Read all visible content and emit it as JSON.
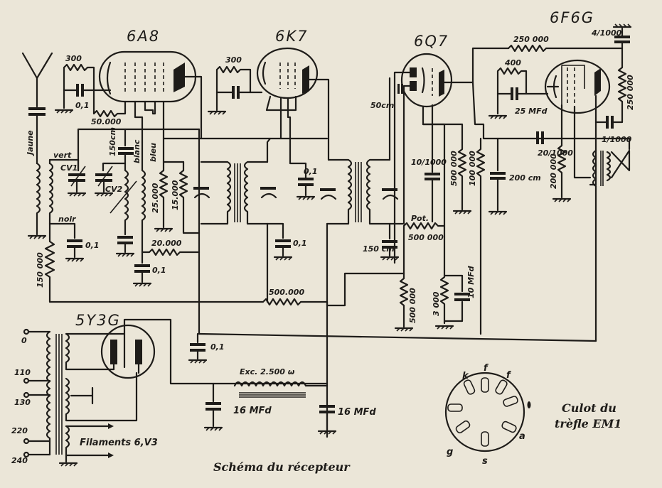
{
  "title": "Schéma du récepteur",
  "tubes": {
    "converter": "6A8",
    "if_amp": "6K7",
    "detector": "6Q7",
    "output": "6F6G",
    "rectifier": "5Y3G"
  },
  "wire_labels": {
    "antenna_lead": "Jaune",
    "vert": "vert",
    "noir": "noir",
    "blanc": "blanc",
    "bleu": "bleu",
    "cv1": "CV1",
    "cv2": "CV2",
    "pot": "Pot.",
    "filaments": "Filaments 6,V3",
    "exc": "Exc. 2.500 ω"
  },
  "components": {
    "r_6a8_cathode": "300",
    "c_6a8_cathode": "0,1",
    "r_grid_leak": "50.000",
    "c_150cm": "150cm",
    "r_6k7_cathode": "300",
    "r_25000": "25.000",
    "r_15000": "15.000",
    "r_20000": "20.000",
    "c_01_a": "0,1",
    "c_01_b": "0,1",
    "c_01_c": "0,1",
    "c_01_d": "0,1",
    "c_01_e": "0,1",
    "r_150000": "150 000",
    "r_500000_avc": "500.000",
    "c_50cm": "50cm",
    "c_10_1000": "10/1000",
    "pot_value": "500 000",
    "c_150cm_b": "150 cm",
    "r_500000_b": "500 000",
    "r_100000": "100 000",
    "c_200cm": "200 cm",
    "r_500000_c": "500 000",
    "r_3000": "3 000",
    "c_10mfd": "10 MFd",
    "r_250000_top": "250 000",
    "c_4_1000": "4/1000",
    "r_250000_side": "250 000",
    "r_400": "400",
    "c_25mfd": "25 MFd",
    "c_20_1000": "20/1000",
    "r_200000": "200 000",
    "c_1_1000": "1/1000",
    "c_16mfd_a": "16 MFd",
    "c_16mfd_b": "16 MFd"
  },
  "mains_taps": [
    "0",
    "110",
    "130",
    "220",
    "240"
  ],
  "socket": {
    "caption_line1": "Culot du",
    "caption_line2": "trèfle EM1",
    "pins": [
      "k",
      "f",
      "f",
      "a",
      "s",
      "g"
    ]
  }
}
